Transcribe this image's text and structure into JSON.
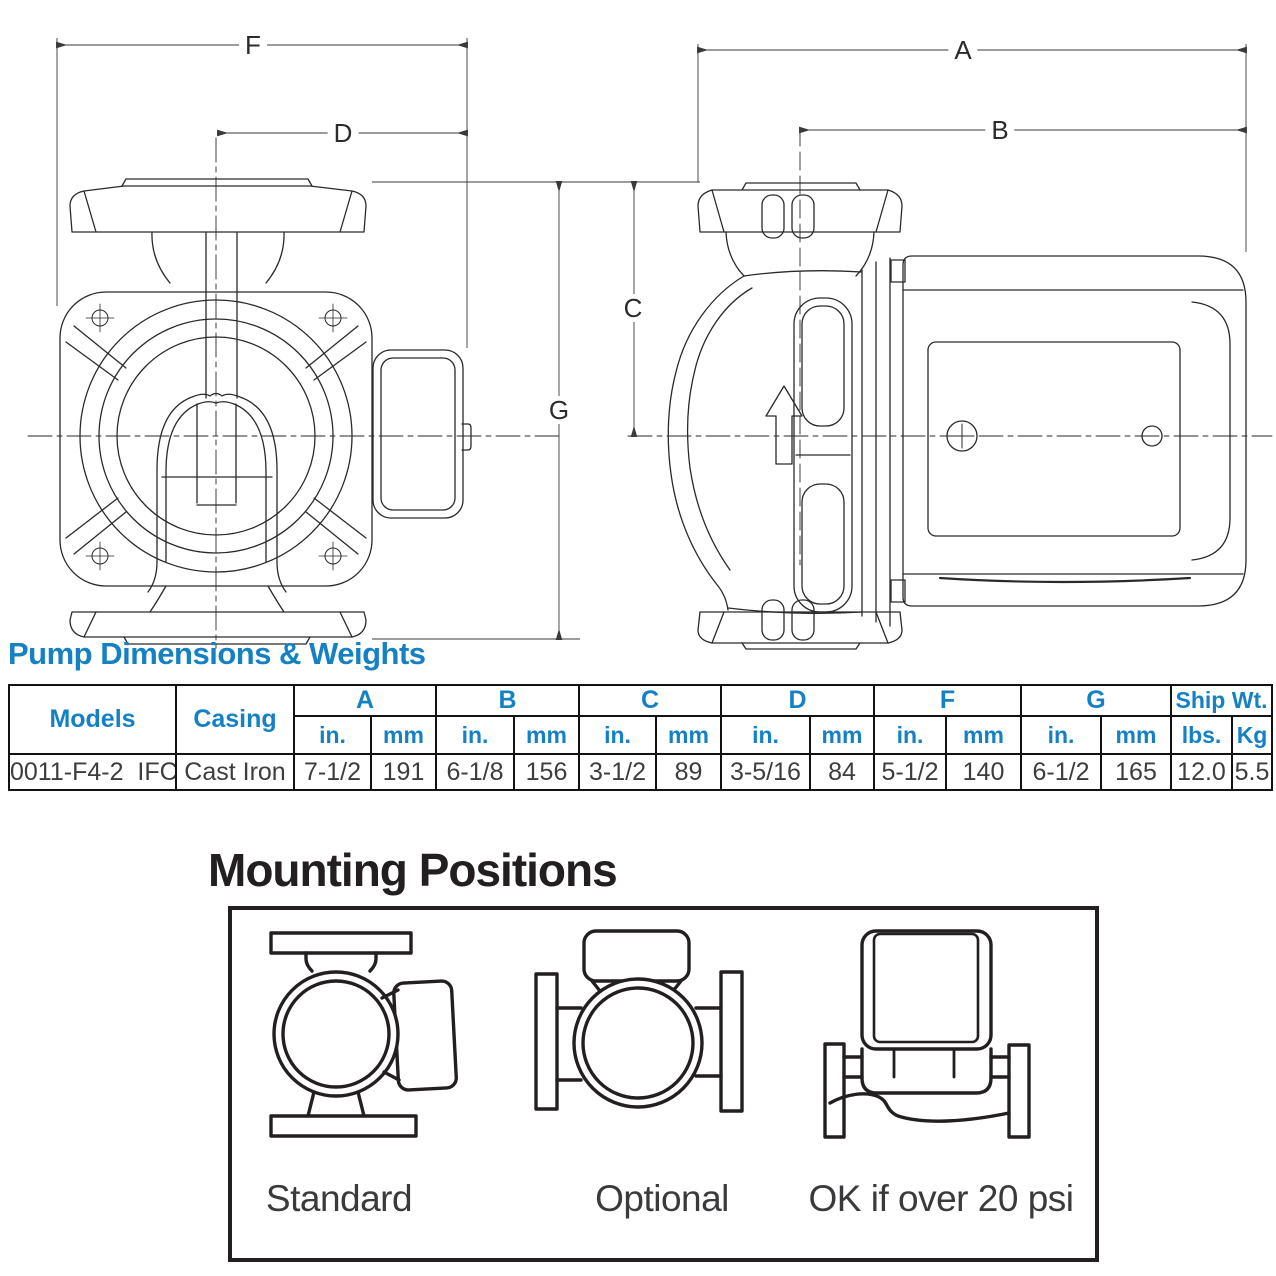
{
  "colors": {
    "accent_blue": "#1581c5",
    "line_dark": "#231f20",
    "text_dark": "#3d3d3f"
  },
  "drawings": {
    "front_view": {
      "dims": {
        "F": "F",
        "D": "D",
        "G": "G"
      }
    },
    "side_view": {
      "dims": {
        "A": "A",
        "B": "B",
        "C": "C"
      }
    }
  },
  "section_title": "Pump Dimensions & Weights",
  "table": {
    "headers": {
      "models": "Models",
      "casing": "Casing",
      "groups": [
        "A",
        "B",
        "C",
        "D",
        "F",
        "G"
      ],
      "ship": "Ship Wt.",
      "unit_in": "in.",
      "unit_mm": "mm",
      "unit_lbs": "lbs.",
      "unit_kg": "Kg"
    },
    "row": {
      "model": "0011-F4-2  IFC",
      "casing": "Cast Iron",
      "values": [
        "7-1/2",
        "191",
        "6-1/8",
        "156",
        "3-1/2",
        "89",
        "3-5/16",
        "84",
        "5-1/2",
        "140",
        "6-1/2",
        "165",
        "12.0",
        "5.5"
      ]
    }
  },
  "mounting": {
    "title": "Mounting Positions",
    "items": [
      {
        "label": "Standard"
      },
      {
        "label": "Optional"
      },
      {
        "label": "OK if over 20 psi"
      }
    ]
  }
}
